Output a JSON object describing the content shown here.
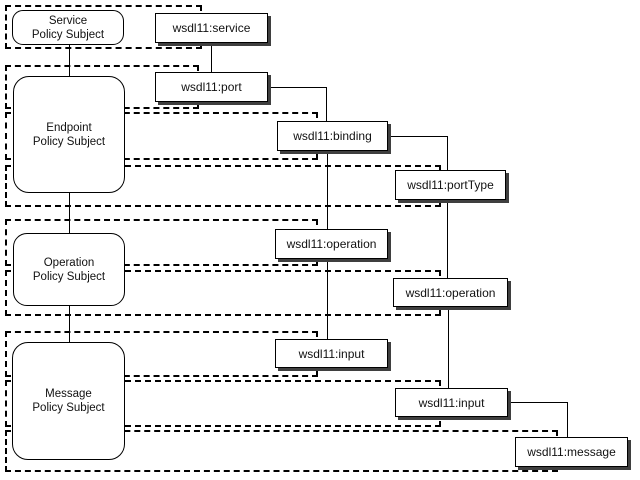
{
  "diagram": {
    "kind": "wsdl11-policy-subjects",
    "colors": {
      "line": "#000000",
      "box_fill": "#ffffff",
      "box_border": "#000000",
      "box_shadow": "#3f3f3f",
      "background": "#ffffff"
    }
  },
  "subjects": [
    {
      "id": "service",
      "line1": "Service",
      "line2": "Policy Subject"
    },
    {
      "id": "endpoint",
      "line1": "Endpoint",
      "line2": "Policy Subject"
    },
    {
      "id": "operation",
      "line1": "Operation",
      "line2": "Policy Subject"
    },
    {
      "id": "message",
      "line1": "Message",
      "line2": "Policy Subject"
    }
  ],
  "elements": [
    {
      "id": "service",
      "label": "wsdl11:service"
    },
    {
      "id": "port",
      "label": "wsdl11:port"
    },
    {
      "id": "binding",
      "label": "wsdl11:binding"
    },
    {
      "id": "porttype",
      "label": "wsdl11:portType"
    },
    {
      "id": "binding-operation",
      "label": "wsdl11:operation"
    },
    {
      "id": "porttype-operation",
      "label": "wsdl11:operation"
    },
    {
      "id": "binding-input",
      "label": "wsdl11:input"
    },
    {
      "id": "porttype-input",
      "label": "wsdl11:input"
    },
    {
      "id": "message",
      "label": "wsdl11:message"
    }
  ]
}
